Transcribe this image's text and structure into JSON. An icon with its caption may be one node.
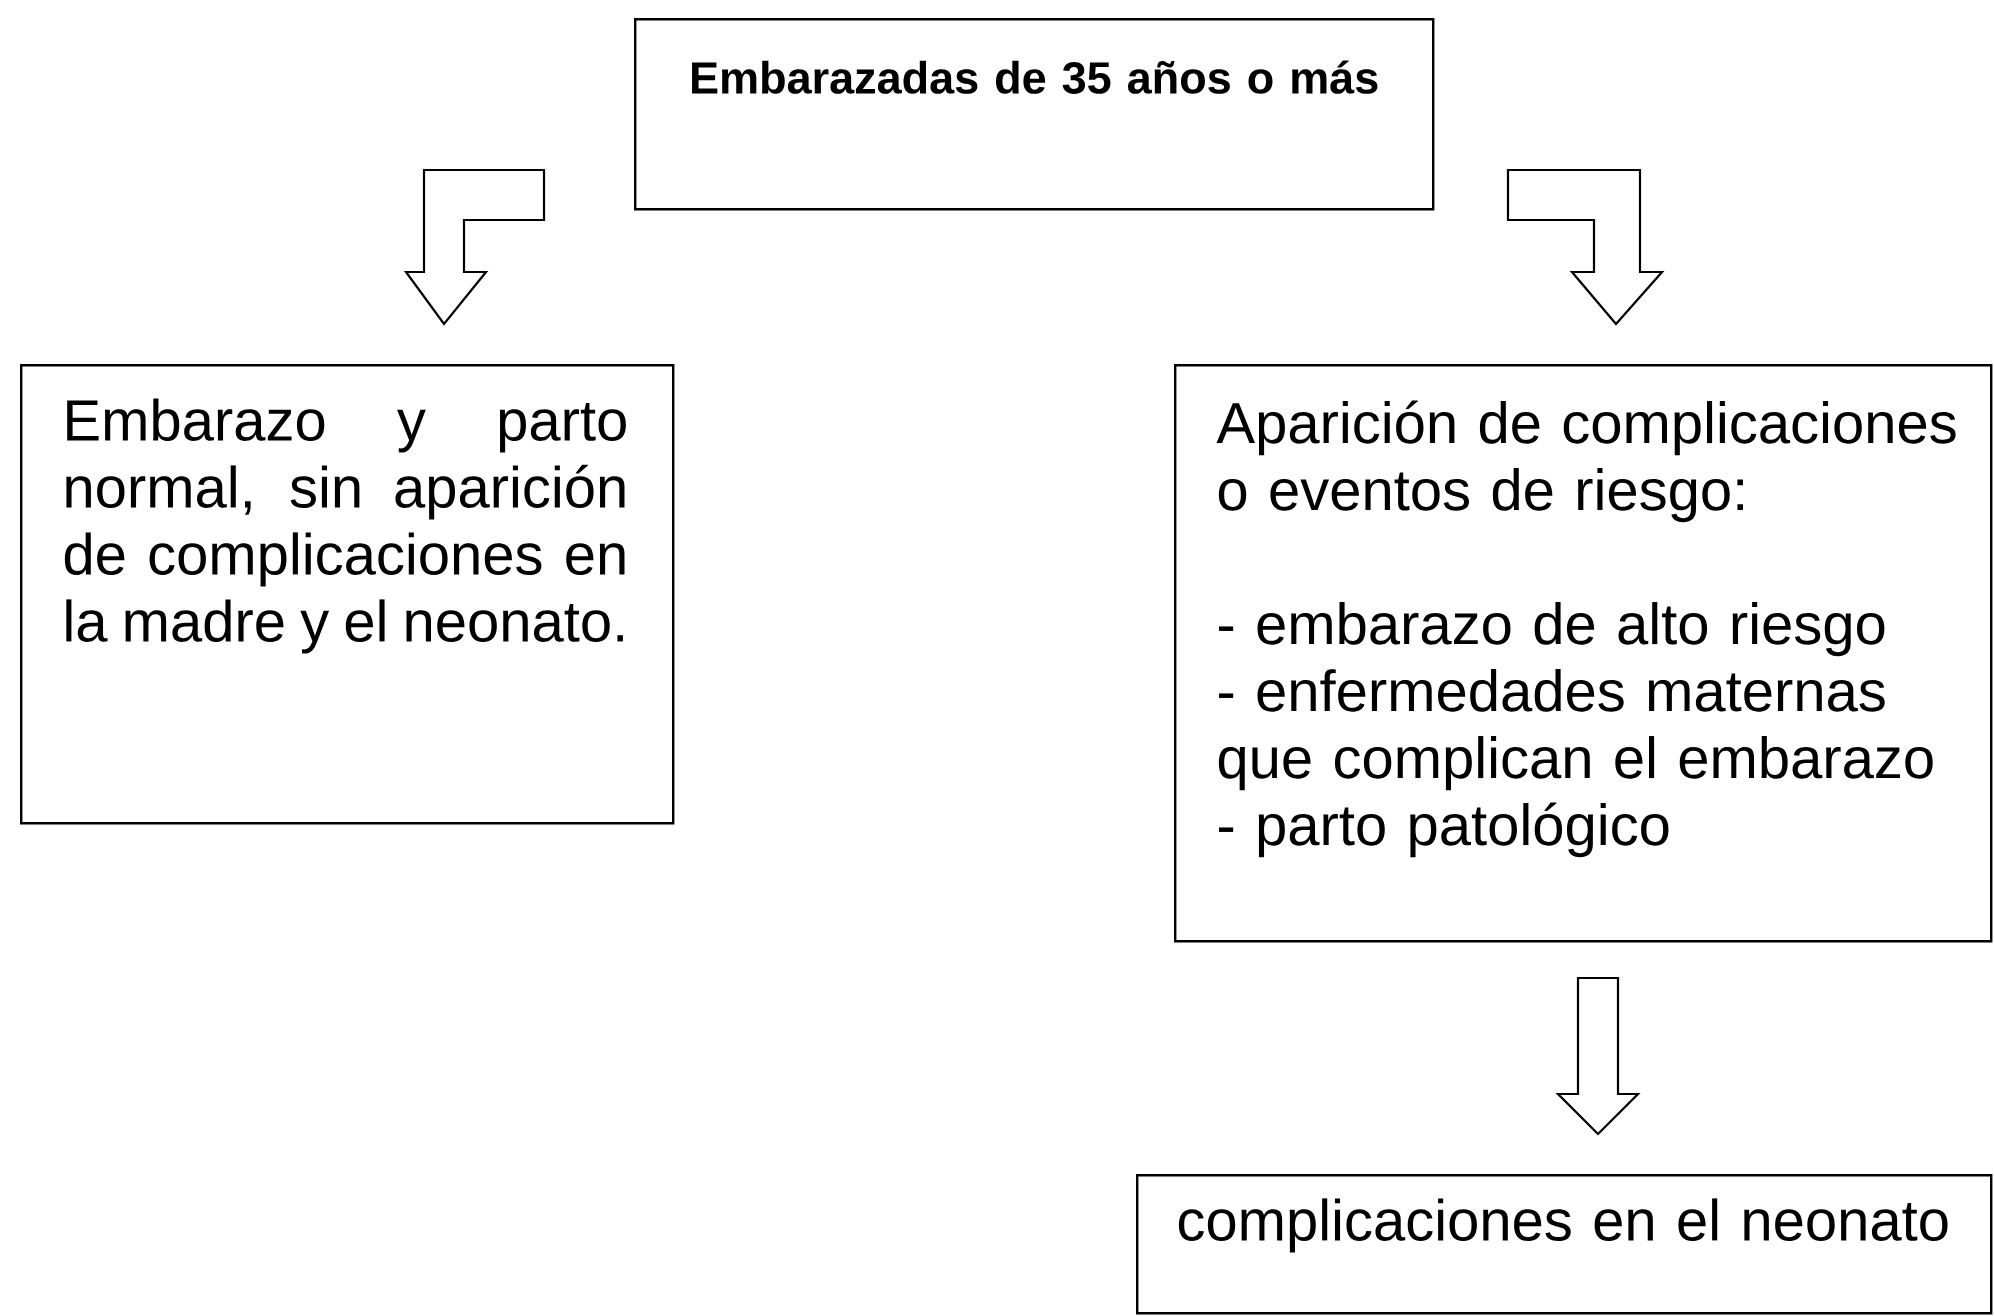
{
  "diagram": {
    "nodes": [
      {
        "text": [
          "Embarazadas de 35 años o más"
        ]
      },
      {
        "text": [
          "Embarazo y parto normal, sin aparición de complicaciones en la madre y el neonato."
        ]
      },
      {
        "text": [
          "Aparición de complicaciones o eventos de riesgo:",
          "- embarazo de alto riesgo",
          "- enfermedades maternas que complican el embarazo",
          "- parto patológico"
        ]
      },
      {
        "text": [
          "complicaciones en el neonato"
        ]
      }
    ],
    "edges": [
      {
        "from": 0,
        "to": 1,
        "arrow": "to"
      },
      {
        "from": 0,
        "to": 2,
        "arrow": "to"
      },
      {
        "from": 2,
        "to": 3,
        "arrow": "to"
      }
    ]
  }
}
